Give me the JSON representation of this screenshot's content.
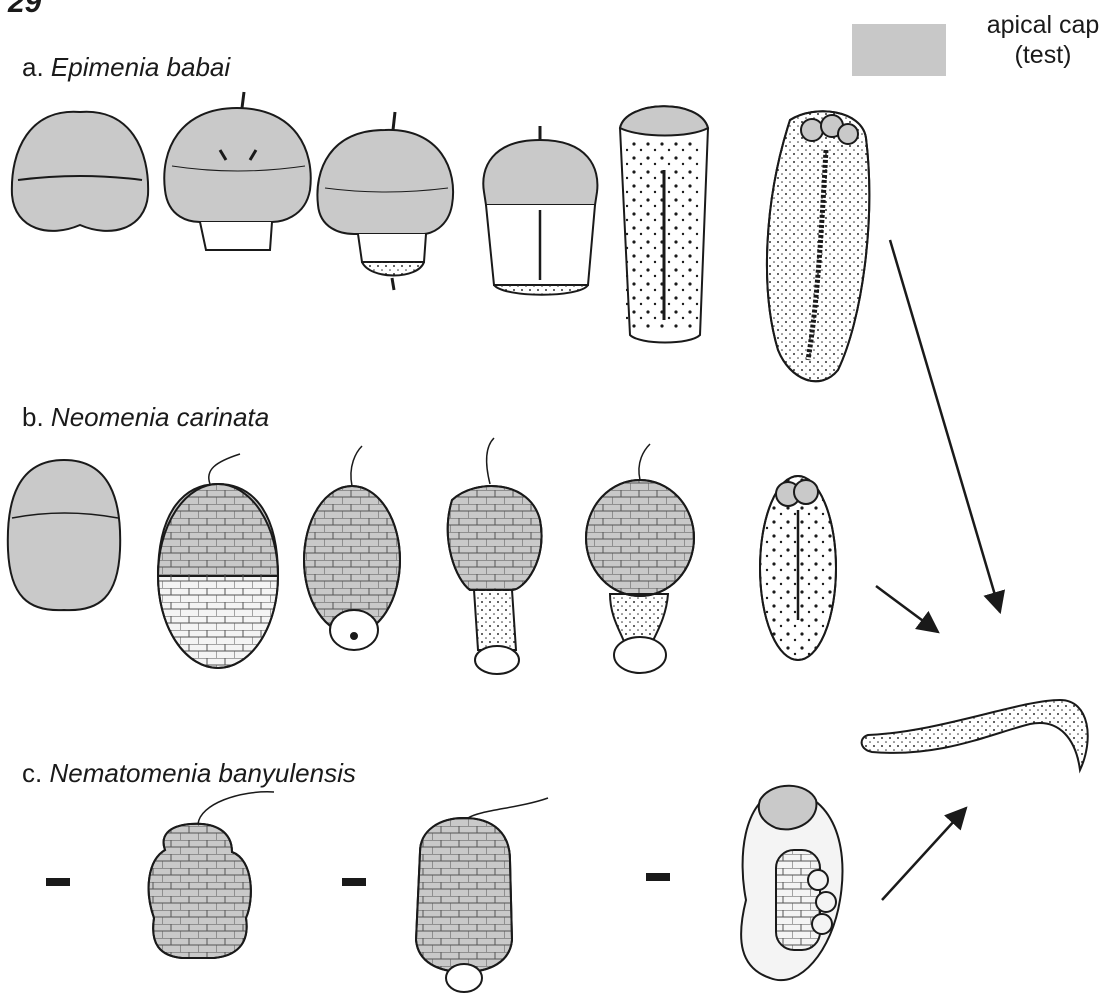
{
  "figure_number": "29",
  "legend": {
    "swatch_color": "#c8c8c8",
    "label_line1": "apical cap",
    "label_line2": "(test)"
  },
  "rows": [
    {
      "letter": "a.",
      "species": "Epimenia babai"
    },
    {
      "letter": "b.",
      "species": "Neomenia carinata"
    },
    {
      "letter": "c.",
      "species": "Nematomenia banyulensis"
    }
  ],
  "colors": {
    "test_fill": "#c9c9c9",
    "ink": "#1a1a1a",
    "body_fill": "#f4f4f4"
  }
}
